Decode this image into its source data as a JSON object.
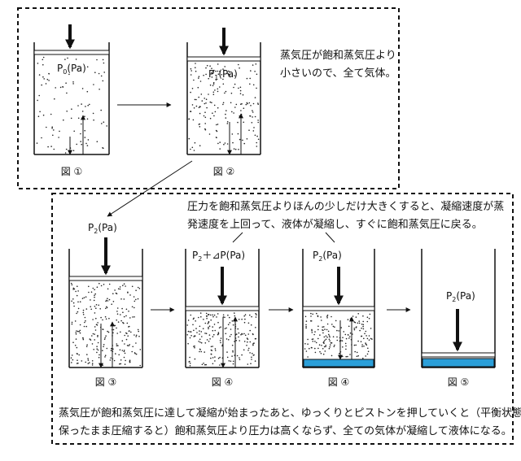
{
  "panel_top": {
    "note_line1": "蒸気圧が飽和蒸気圧より",
    "note_line2": "小さいので、全て気体。",
    "fig1": {
      "pressure": "P",
      "sub": "0",
      "unit": "(Pa)",
      "caption": "図 ①"
    },
    "fig2": {
      "pressure": "P",
      "sub": "1",
      "unit": "(Pa)",
      "caption": "図 ②"
    }
  },
  "panel_bottom": {
    "callout_line1": "圧力を飽和蒸気圧よりほんの少しだけ大きくすると、凝縮速度が蒸",
    "callout_line2": "発速度を上回って、液体が凝縮し、すぐに飽和蒸気圧に戻る。",
    "fig3": {
      "pressure": "P",
      "sub": "2",
      "unit": "(Pa)",
      "caption": "図 ③"
    },
    "fig4a": {
      "pressure": "P",
      "sub": "2",
      "extra": "＋⊿P(Pa)",
      "caption": "図 ④"
    },
    "fig4b": {
      "pressure": "P",
      "sub": "2",
      "unit": "(Pa)",
      "caption": "図 ④"
    },
    "fig5": {
      "pressure": "P",
      "sub": "2",
      "unit": "(Pa)",
      "caption": "図 ⑤"
    },
    "summary_line1": "蒸気圧が飽和蒸気圧に達して凝縮が始まったあと、ゆっくりとピストンを押していくと（平衡状態を",
    "summary_line2": "保ったまま圧縮すると）飽和蒸気圧より圧力は高くならず、全ての気体が凝縮して液体になる。"
  },
  "colors": {
    "liquid": "#2b9fd9",
    "ink": "#111111"
  }
}
